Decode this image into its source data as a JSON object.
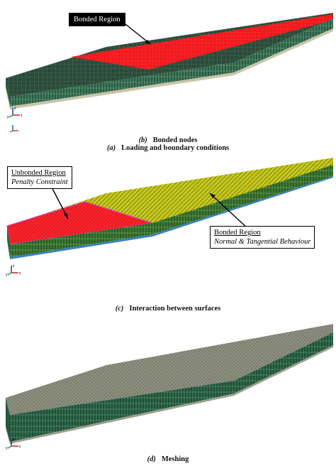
{
  "panel_b": {
    "label": "Bonded Region",
    "caption_letter": "(b)",
    "caption_text": "Bonded nodes",
    "sub_caption_letter": "(a)",
    "sub_caption_text": "Loading and boundary conditions",
    "axis": {
      "z": "z",
      "y": "y",
      "x": "x"
    },
    "colors": {
      "bonded": "#f2191c",
      "mesh_dark": "#2b4a3a",
      "mesh_side": "#3f7d5e"
    }
  },
  "panel_c": {
    "unbonded_title": "Unbonded Region",
    "unbonded_desc": "Penalty Constraint",
    "bonded_title": "Bonded Region",
    "bonded_desc": "Normal & Tangential Behaviour",
    "caption_letter": "(c)",
    "caption_text": "Interaction between surfaces",
    "axis": {
      "z": "z",
      "y": "y",
      "x": "x"
    },
    "colors": {
      "unbonded": "#f01a22",
      "bonded": "#c6c81c",
      "mesh_side": "#3e7a33"
    }
  },
  "panel_d": {
    "caption_letter": "(d)",
    "caption_text": "Meshing",
    "axis": {
      "z": "z",
      "y": "y",
      "x": "x"
    },
    "colors": {
      "top": "#8e9080",
      "side": "#2f6a4c"
    }
  }
}
